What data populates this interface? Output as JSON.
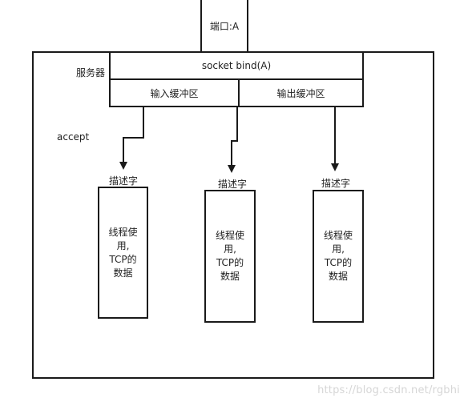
{
  "port_label": "端口:A",
  "server_label": "服务器",
  "socket_bind": "socket bind(A)",
  "input_buffer": "输入缓冲区",
  "output_buffer": "输出缓冲区",
  "accept_label": "accept",
  "descriptors": [
    {
      "title": "描述字",
      "lines": [
        "线程使",
        "用,",
        "TCP的",
        "数据"
      ]
    },
    {
      "title": "描述字",
      "lines": [
        "线程使",
        "用,",
        "TCP的",
        "数据"
      ]
    },
    {
      "title": "描述字",
      "lines": [
        "线程使",
        "用,",
        "TCP的",
        "数据"
      ]
    }
  ],
  "watermark": "https://blog.csdn.net/rgbhi"
}
